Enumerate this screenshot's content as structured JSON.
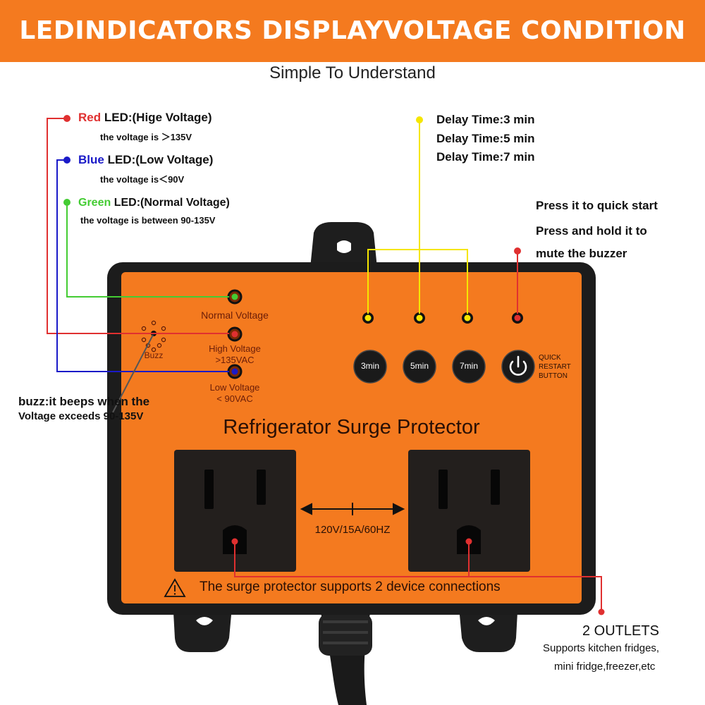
{
  "banner": {
    "title": "LEDINDICATORS DISPLAYVOLTAGE CONDITION"
  },
  "subtitle": "Simple To Understand",
  "leds": {
    "red": {
      "name": "Red",
      "desc": "LED:(Hige Voltage)",
      "detail": "the voltage is ＞135V",
      "color": "#e03030"
    },
    "blue": {
      "name": "Blue",
      "desc": "LED:(Low Voltage)",
      "detail": "the voltage is＜90V",
      "color": "#1a1ac8"
    },
    "green": {
      "name": "Green",
      "desc": "LED:(Normal Voltage)",
      "detail": "the voltage is between 90-135V",
      "color": "#44cc33"
    }
  },
  "delay": {
    "items": [
      "Delay Time:3 min",
      "Delay Time:5 min",
      "Delay Time:7 min"
    ],
    "color": "#f5e600"
  },
  "quick_start": {
    "line1": "Press it to quick start",
    "line2": "Press and hold it to",
    "line3": "mute the buzzer"
  },
  "buzz": {
    "line1": "buzz:it beeps when the",
    "line2_a": "Voltage",
    "line2_b": "exceeds 90-135V"
  },
  "panel": {
    "normal_voltage": "Normal Voltage",
    "high_voltage_1": "High Voltage",
    "high_voltage_2": ">135VAC",
    "low_voltage_1": "Low Voltage",
    "low_voltage_2": "< 90VAC",
    "buzz_label": "Buzz",
    "btn_3": "3min",
    "btn_5": "5min",
    "btn_7": "7min",
    "quick_1": "QUICK",
    "quick_2": "RESTART",
    "quick_3": "BUTTON",
    "product_name": "Refrigerator  Surge  Protector",
    "rating": "120V/15A/60HZ",
    "notice": "The surge protector supports 2 device connections",
    "body_color": "#f47a1f"
  },
  "outlets": {
    "title": "2 OUTLETS",
    "line1": "Supports kitchen fridges,",
    "line2": "mini fridge,freezer,etc"
  }
}
